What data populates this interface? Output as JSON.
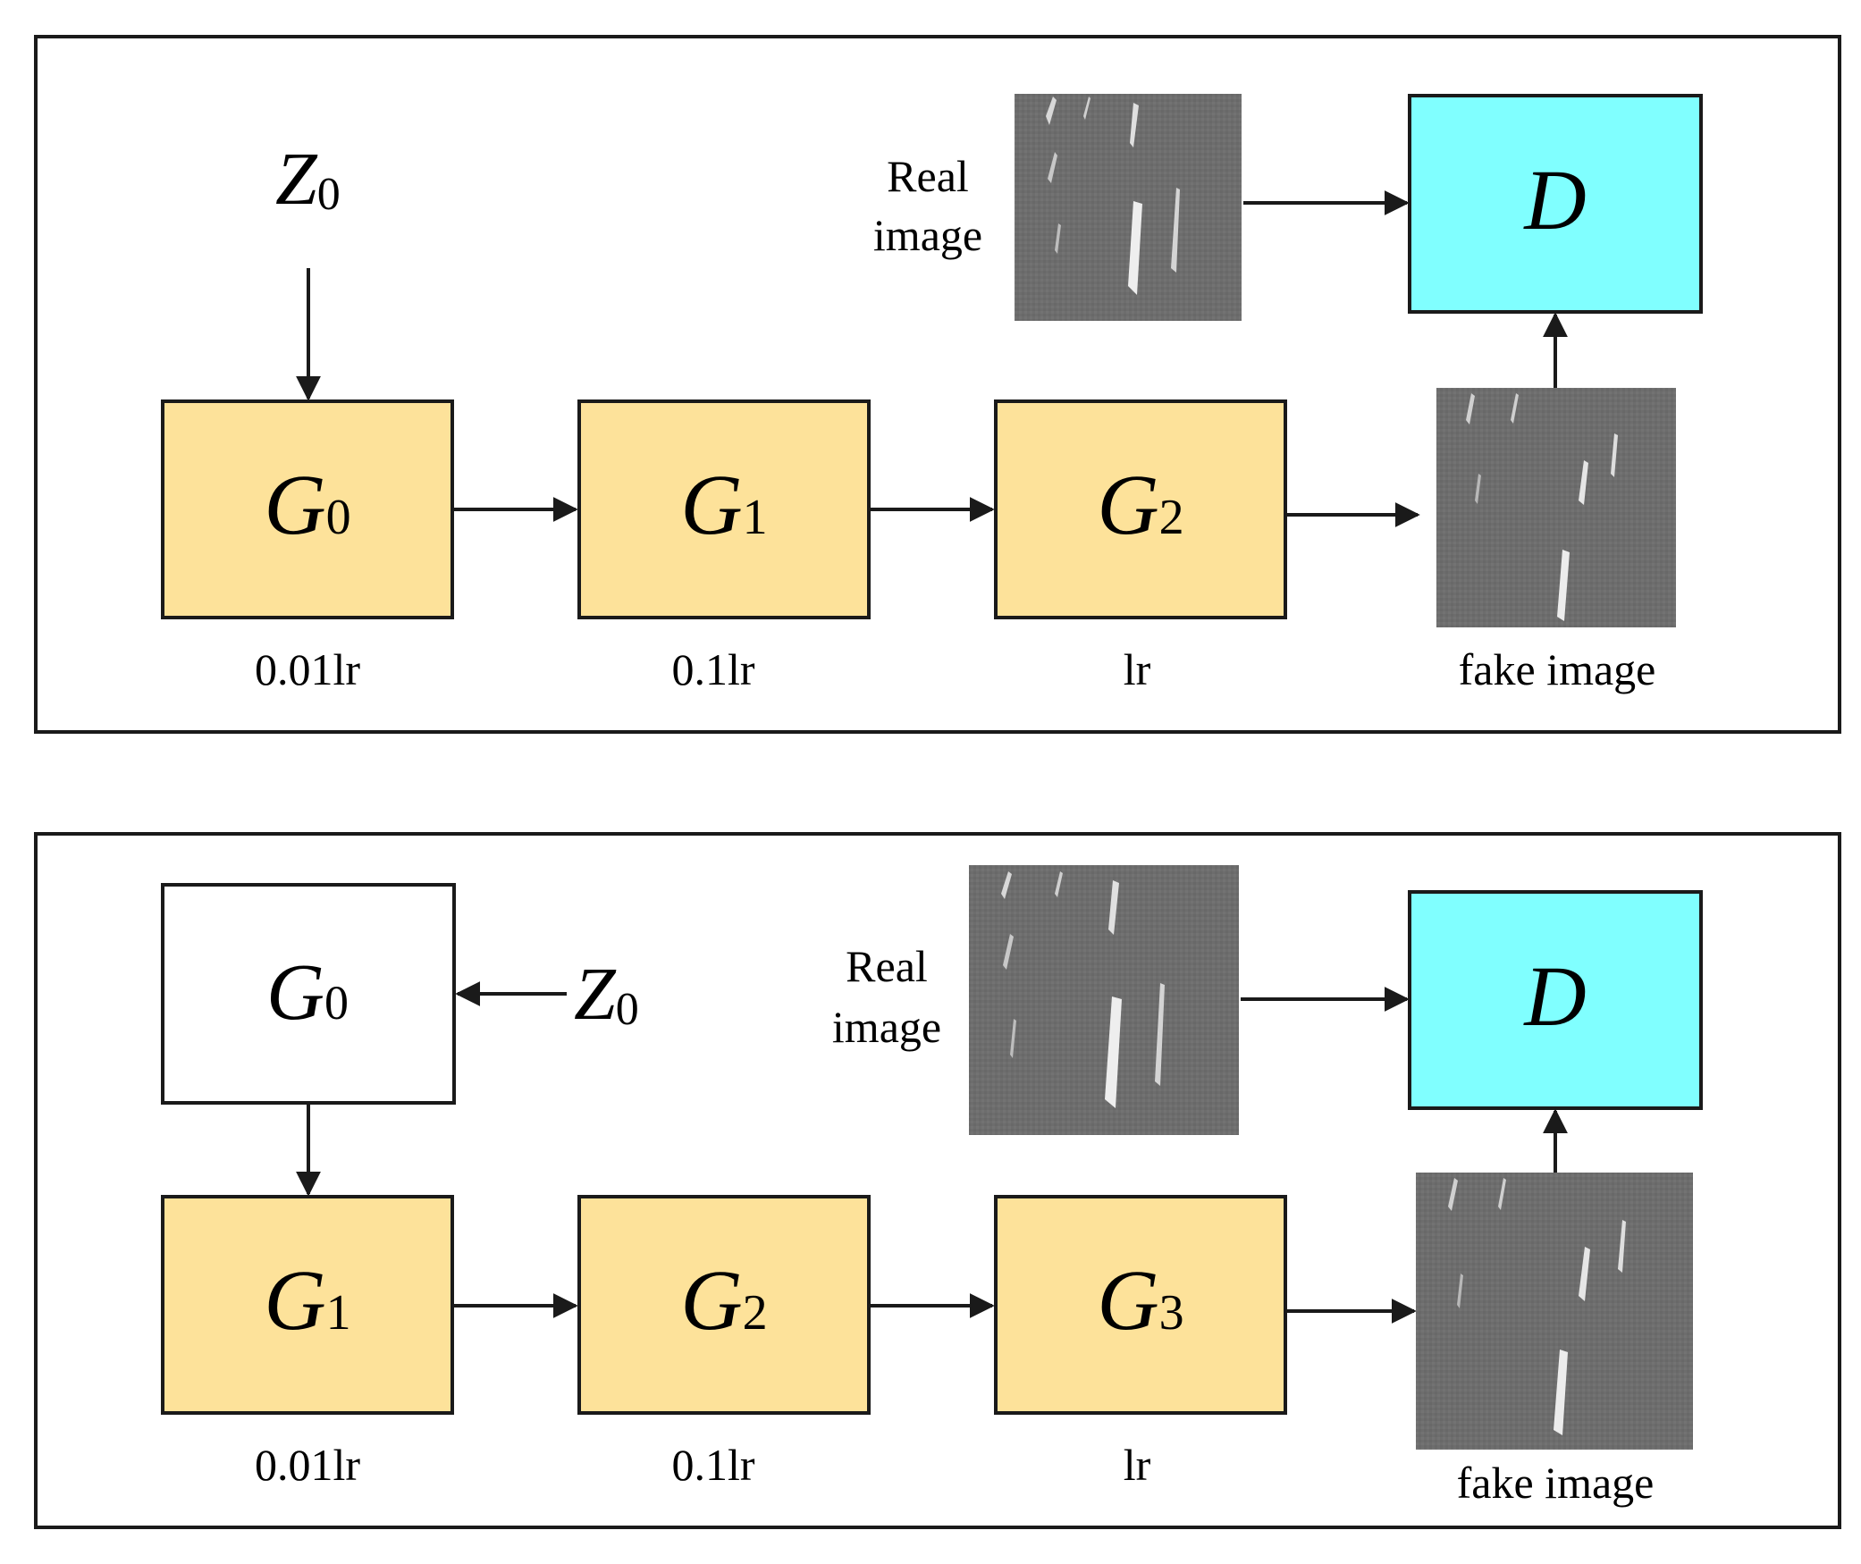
{
  "colors": {
    "generator_active": "#fde29a",
    "generator_frozen": "#ffffff",
    "discriminator": "#80ffff",
    "stroke": "#1a1a1a",
    "image_base": "#6f6f6f"
  },
  "panels": [
    {
      "noise": {
        "symbol": "Z",
        "sub": "0"
      },
      "frozen": null,
      "generators": [
        {
          "symbol": "G",
          "sub": "0",
          "lr": "0.01lr"
        },
        {
          "symbol": "G",
          "sub": "1",
          "lr": "0.1lr"
        },
        {
          "symbol": "G",
          "sub": "2",
          "lr": "lr"
        }
      ],
      "real_label": [
        "Real",
        "image"
      ],
      "fake_label": "fake image",
      "discriminator": "D"
    },
    {
      "noise": {
        "symbol": "Z",
        "sub": "0"
      },
      "frozen": {
        "symbol": "G",
        "sub": "0"
      },
      "generators": [
        {
          "symbol": "G",
          "sub": "1",
          "lr": "0.01lr"
        },
        {
          "symbol": "G",
          "sub": "2",
          "lr": "0.1lr"
        },
        {
          "symbol": "G",
          "sub": "3",
          "lr": "lr"
        }
      ],
      "real_label": [
        "Real",
        "image"
      ],
      "fake_label": "fake image",
      "discriminator": "D"
    }
  ]
}
